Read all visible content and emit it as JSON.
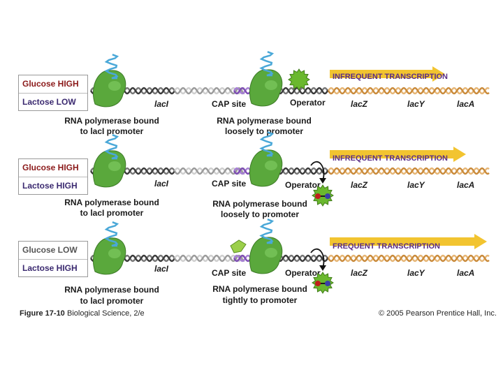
{
  "panels": [
    {
      "conditions": [
        {
          "text": "Glucose HIGH",
          "color": "#8b1a1a"
        },
        {
          "text": "Lactose LOW",
          "color": "#3b2a70"
        }
      ],
      "gene_labels": {
        "laci": "lacI",
        "cap_site": "CAP site",
        "operator": "Operator",
        "lacz": "lacZ",
        "lacy": "lacY",
        "laca": "lacA"
      },
      "left_caption": [
        "RNA polymerase bound",
        "to lacI promoter"
      ],
      "center_caption": [
        "RNA polymerase bound",
        "loosely to promoter"
      ],
      "transcription": "INFREQUENT TRANSCRIPTION",
      "repressor_state": "bound",
      "cap_bound": false
    },
    {
      "conditions": [
        {
          "text": "Glucose HIGH",
          "color": "#8b1a1a"
        },
        {
          "text": "Lactose HIGH",
          "color": "#3b2a70"
        }
      ],
      "gene_labels": {
        "laci": "lacI",
        "cap_site": "CAP site",
        "operator": "Operator",
        "lacz": "lacZ",
        "lacy": "lacY",
        "laca": "lacA"
      },
      "left_caption": [
        "RNA polymerase bound",
        "to lacI promoter"
      ],
      "center_caption": [
        "RNA polymerase bound",
        "loosely to promoter"
      ],
      "transcription": "INFREQUENT TRANSCRIPTION",
      "repressor_state": "released",
      "cap_bound": false
    },
    {
      "conditions": [
        {
          "text": "Glucose LOW",
          "color": "#555555"
        },
        {
          "text": "Lactose HIGH",
          "color": "#3b2a70"
        }
      ],
      "gene_labels": {
        "laci": "lacI",
        "cap_site": "CAP site",
        "operator": "Operator",
        "lacz": "lacZ",
        "lacy": "lacY",
        "laca": "lacA"
      },
      "left_caption": [
        "RNA polymerase bound",
        "to lacI promoter"
      ],
      "center_caption": [
        "RNA polymerase bound",
        "tightly to promoter"
      ],
      "transcription": "FREQUENT TRANSCRIPTION",
      "repressor_state": "released",
      "cap_bound": true
    }
  ],
  "footer": {
    "figure": "Figure 17-10",
    "book": "Biological Science, 2/e",
    "copyright": "© 2005 Pearson Prentice Hall, Inc."
  },
  "colors": {
    "polymerase": "#5aa83c",
    "repressor": "#6ab82e",
    "mrna": "#4aa8d8",
    "arrow": "#f2c430",
    "transcription_text": "#5a2d86",
    "cap": "#7a4fb0"
  }
}
